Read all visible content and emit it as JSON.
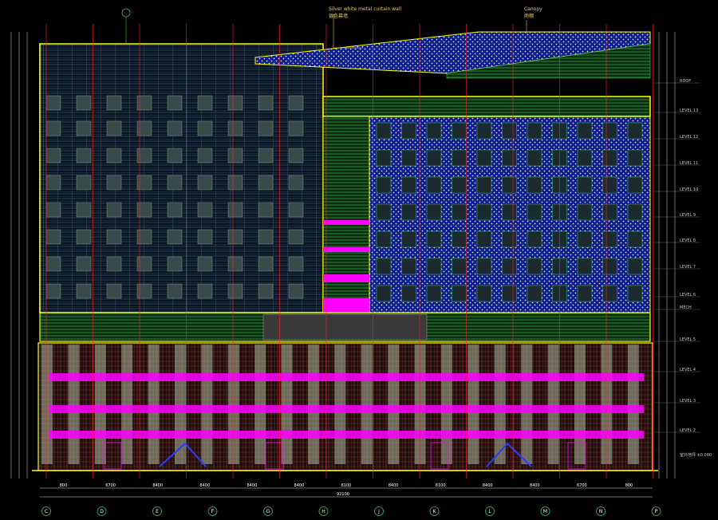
{
  "annotations": {
    "curtain_wall_en": "Silver white metal curtain wall",
    "curtain_wall_cn": "银色幕墙",
    "canopy_en": "Canopy",
    "canopy_cn": "雨棚"
  },
  "overall_dimension": "92100",
  "bay_dimensions": [
    "800",
    "6700",
    "8400",
    "8400",
    "8400",
    "8400",
    "8100",
    "8400",
    "8100",
    "8400",
    "8400",
    "6700",
    "800"
  ],
  "grid_axes": [
    "C",
    "D",
    "E",
    "F",
    "G",
    "H",
    "J",
    "K",
    "L",
    "M",
    "N",
    "P"
  ],
  "level_labels": [
    "ROOF",
    "LEVEL 13",
    "LEVEL 12",
    "LEVEL 11",
    "LEVEL 10",
    "LEVEL 9",
    "LEVEL 8",
    "LEVEL 7",
    "LEVEL 6",
    "MECH",
    "LEVEL 5",
    "LEVEL 4",
    "LEVEL 3",
    "LEVEL 2"
  ],
  "ground_note": "室外地坪 ±0.000",
  "colors": {
    "background": "#000000",
    "frame_yellow": "#ffff00",
    "curtain_blue": "#1d3bb0",
    "panel_grey": "#3a5a5a",
    "grid_red": "#ff2020",
    "glass_green": "#1b7a2a",
    "magenta": "#ff00ff",
    "dimension_white": "#ffffff"
  }
}
